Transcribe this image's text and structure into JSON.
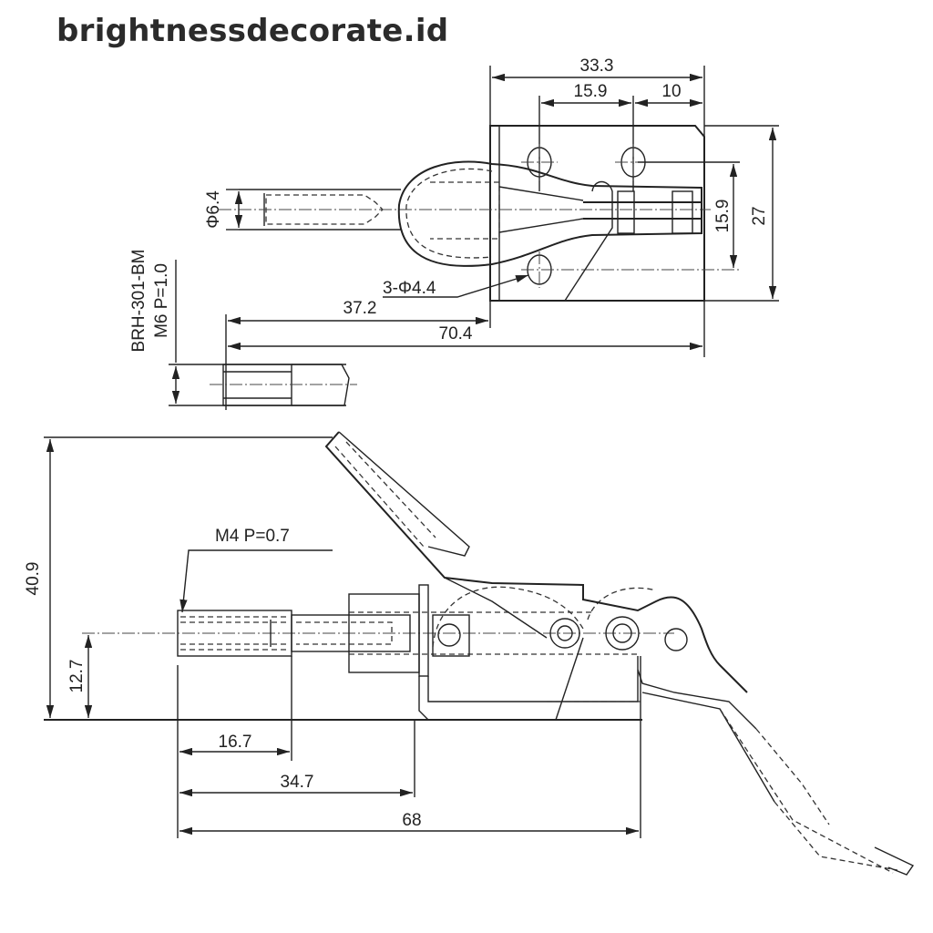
{
  "watermark": "brightnessdecorate.id",
  "top_view": {
    "dim_overall_width": "33.3",
    "dim_hole_spacing": "15.9",
    "dim_hole_edge": "10",
    "dim_hole_vertical": "15.9",
    "dim_base_height": "27",
    "dim_plunger_dia": "Φ6.4",
    "dim_holes": "3-Φ4.4",
    "dim_plunger_to_base": "37.2",
    "dim_total_length": "70.4",
    "model": "BRH-301-BM",
    "thread": "M6 P=1.0"
  },
  "side_view": {
    "thread": "M4 P=0.7",
    "dim_total_height": "40.9",
    "dim_center_height": "12.7",
    "dim_stud_length": "16.7",
    "dim_body_length": "34.7",
    "dim_total_length": "68"
  }
}
